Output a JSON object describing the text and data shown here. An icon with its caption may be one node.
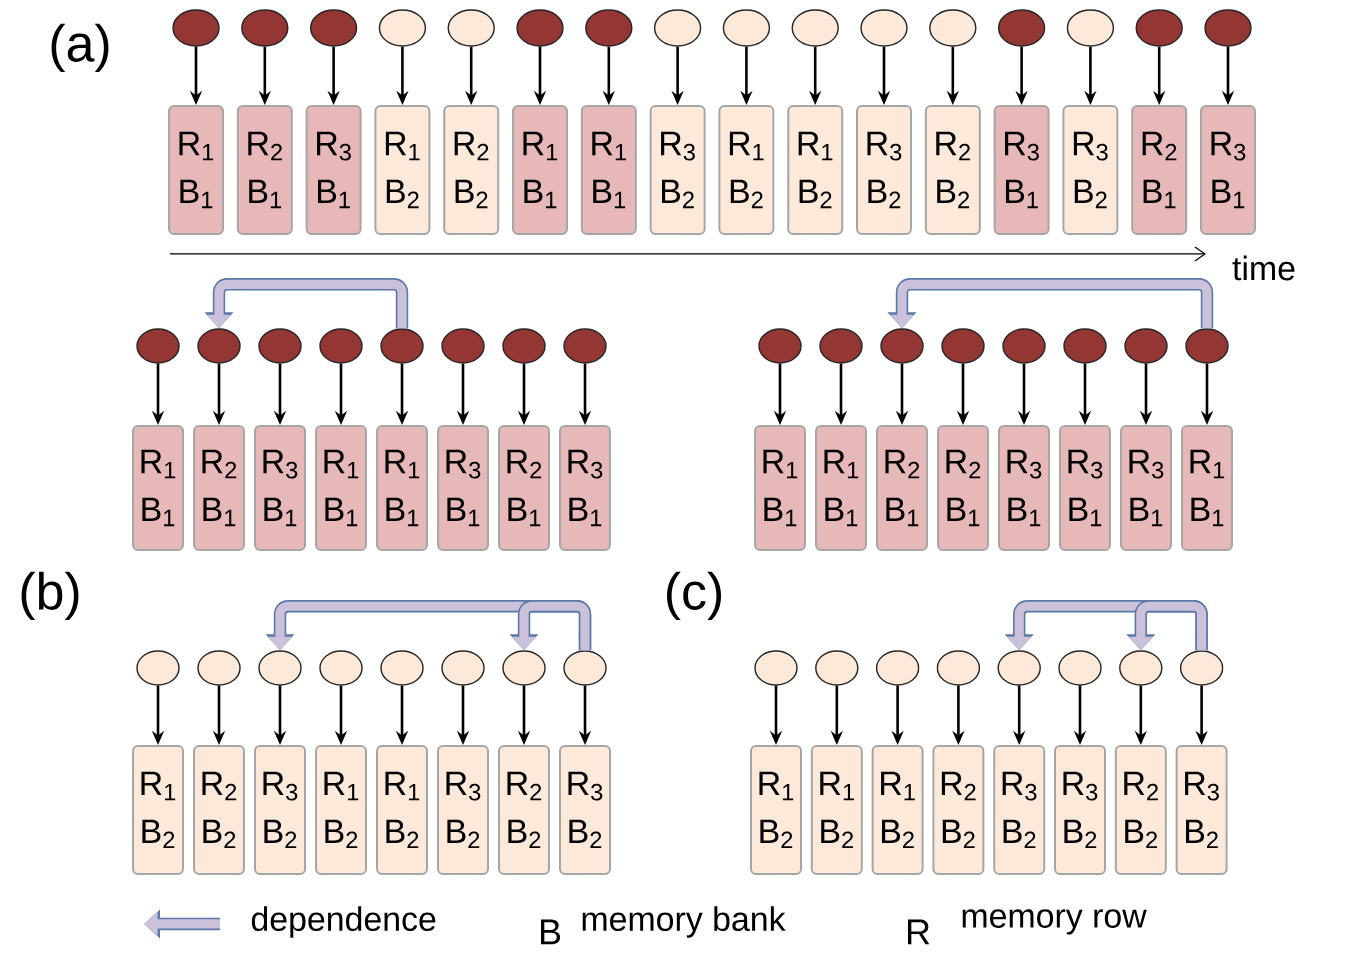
{
  "diagram": {
    "nodes": [
      {
        "text": [],
        "shape": "circle"
      },
      {
        "text": [
          "R$_{1}$",
          "B$_{1}$"
        ]
      },
      {
        "text": [],
        "shape": "circle"
      },
      {
        "text": [
          "R$_{2}$",
          "B$_{1}$"
        ]
      },
      {
        "text": [],
        "shape": "circle"
      },
      {
        "text": [
          "R$_{3}$",
          "B$_{1}$"
        ]
      },
      {
        "text": [],
        "shape": "circle"
      },
      {
        "text": [
          "R$_{1}$",
          "B$_{2}$"
        ]
      },
      {
        "text": [],
        "shape": "circle"
      },
      {
        "text": [
          "R$_{2}$",
          "B$_{2}$"
        ]
      },
      {
        "text": [],
        "shape": "circle"
      },
      {
        "text": [
          "R$_{1}$",
          "B$_{1}$"
        ]
      },
      {
        "text": [],
        "shape": "circle"
      },
      {
        "text": [
          "R$_{1}$",
          "B$_{1}$"
        ]
      },
      {
        "text": [],
        "shape": "circle"
      },
      {
        "text": [
          "R$_{3}$",
          "B$_{2}$"
        ]
      },
      {
        "text": [],
        "shape": "circle"
      },
      {
        "text": [
          "R$_{1}$",
          "B$_{2}$"
        ]
      },
      {
        "text": [],
        "shape": "circle"
      },
      {
        "text": [
          "R$_{1}$",
          "B$_{2}$"
        ]
      },
      {
        "text": [],
        "shape": "circle"
      },
      {
        "text": [
          "R$_{3}$",
          "B$_{2}$"
        ]
      },
      {
        "text": [],
        "shape": "circle"
      },
      {
        "text": [
          "R$_{2}$",
          "B$_{2}$"
        ]
      },
      {
        "text": [],
        "shape": "circle"
      },
      {
        "text": [
          "R$_{3}$",
          "B$_{1}$"
        ]
      },
      {
        "text": [],
        "shape": "circle"
      },
      {
        "text": [
          "R$_{3}$",
          "B$_{2}$"
        ]
      },
      {
        "text": [],
        "shape": "circle"
      },
      {
        "text": [
          "R$_{2}$",
          "B$_{1}$"
        ]
      },
      {
        "text": [],
        "shape": "circle"
      },
      {
        "text": [
          "R$_{3}$",
          "B$_{1}$"
        ]
      },
      {
        "text": [],
        "shape": "circle"
      },
      {
        "text": [
          "R$_{1}$",
          "B$_{1}$"
        ]
      },
      {
        "text": [],
        "shape": "circle"
      },
      {
        "text": [
          "R$_{2}$",
          "B$_{1}$"
        ]
      },
      {
        "text": [],
        "shape": "circle"
      },
      {
        "text": [
          "R$_{3}$",
          "B$_{1}$"
        ]
      },
      {
        "text": [],
        "shape": "circle"
      },
      {
        "text": [
          "R$_{1}$",
          "B$_{1}$"
        ]
      },
      {
        "text": [],
        "shape": "circle"
      },
      {
        "text": [
          "R$_{1}$",
          "B$_{1}$"
        ]
      },
      {
        "text": [],
        "shape": "circle"
      },
      {
        "text": [
          "R$_{3}$",
          "B$_{1}$"
        ]
      },
      {
        "text": [],
        "shape": "circle"
      },
      {
        "text": [
          "R$_{2}$",
          "B$_{1}$"
        ]
      },
      {
        "text": [],
        "shape": "circle"
      },
      {
        "text": [
          "R$_{3}$",
          "B$_{1}$"
        ]
      },
      {
        "text": [],
        "shape": "circle"
      },
      {
        "text": [
          "R$_{1}$",
          "B$_{1}$"
        ]
      },
      {
        "text": [],
        "shape": "circle"
      },
      {
        "text": [
          "R$_{1}$",
          "B$_{1}$"
        ]
      },
      {
        "text": [],
        "shape": "circle"
      },
      {
        "text": [
          "R$_{2}$",
          "B$_{1}$"
        ]
      },
      {
        "text": [],
        "shape": "circle"
      },
      {
        "text": [
          "R$_{2}$",
          "B$_{1}$"
        ]
      },
      {
        "text": [],
        "shape": "circle"
      },
      {
        "text": [
          "R$_{3}$",
          "B$_{1}$"
        ]
      },
      {
        "text": [],
        "shape": "circle"
      },
      {
        "text": [
          "R$_{3}$",
          "B$_{1}$"
        ]
      },
      {
        "text": [],
        "shape": "circle"
      },
      {
        "text": [
          "R$_{3}$",
          "B$_{1}$"
        ]
      },
      {
        "text": [],
        "shape": "circle"
      },
      {
        "text": [
          "R$_{1}$",
          "B$_{1}$"
        ]
      },
      {
        "text": [],
        "shape": "circle"
      },
      {
        "text": [
          "R$_{1}$",
          "B$_{2}$"
        ]
      },
      {
        "text": [],
        "shape": "circle"
      },
      {
        "text": [
          "R$_{2}$",
          "B$_{2}$"
        ]
      },
      {
        "text": [],
        "shape": "circle"
      },
      {
        "text": [
          "R$_{3}$",
          "B$_{2}$"
        ]
      },
      {
        "text": [],
        "shape": "circle"
      },
      {
        "text": [
          "R$_{1}$",
          "B$_{2}$"
        ]
      },
      {
        "text": [],
        "shape": "circle"
      },
      {
        "text": [
          "R$_{1}$",
          "B$_{2}$"
        ]
      },
      {
        "text": [],
        "shape": "circle"
      },
      {
        "text": [
          "R$_{3}$",
          "B$_{2}$"
        ]
      },
      {
        "text": [],
        "shape": "circle"
      },
      {
        "text": [
          "R$_{2}$",
          "B$_{2}$"
        ]
      },
      {
        "text": [],
        "shape": "circle"
      },
      {
        "text": [
          "R$_{3}$",
          "B$_{2}$"
        ]
      },
      {
        "text": [],
        "shape": "circle"
      },
      {
        "text": [
          "R$_{1}$",
          "B$_{2}$"
        ]
      },
      {
        "text": [],
        "shape": "circle"
      },
      {
        "text": [
          "R$_{1}$",
          "B$_{2}$"
        ]
      },
      {
        "text": [],
        "shape": "circle"
      },
      {
        "text": [
          "R$_{1}$",
          "B$_{2}$"
        ]
      },
      {
        "text": [],
        "shape": "circle"
      },
      {
        "text": [
          "R$_{2}$",
          "B$_{2}$"
        ]
      },
      {
        "text": [],
        "shape": "circle"
      },
      {
        "text": [
          "R$_{3}$",
          "B$_{2}$"
        ]
      },
      {
        "text": [],
        "shape": "circle"
      },
      {
        "text": [
          "R$_{3}$",
          "B$_{2}$"
        ]
      },
      {
        "text": [],
        "shape": "circle"
      },
      {
        "text": [
          "R$_{2}$",
          "B$_{2}$"
        ]
      },
      {
        "text": [],
        "shape": "circle"
      },
      {
        "text": [
          "R$_{3}$",
          "B$_{2}$"
        ]
      }
    ],
    "edges": [
      {
        "from": 0,
        "to": 1,
        "arrow": "to"
      },
      {
        "from": 2,
        "to": 3,
        "arrow": "to"
      },
      {
        "from": 4,
        "to": 5,
        "arrow": "to"
      },
      {
        "from": 6,
        "to": 7,
        "arrow": "to"
      },
      {
        "from": 8,
        "to": 9,
        "arrow": "to"
      },
      {
        "from": 10,
        "to": 11,
        "arrow": "to"
      },
      {
        "from": 12,
        "to": 13,
        "arrow": "to"
      },
      {
        "from": 14,
        "to": 15,
        "arrow": "to"
      },
      {
        "from": 16,
        "to": 17,
        "arrow": "to"
      },
      {
        "from": 18,
        "to": 19,
        "arrow": "to"
      },
      {
        "from": 20,
        "to": 21,
        "arrow": "to"
      },
      {
        "from": 22,
        "to": 23,
        "arrow": "to"
      },
      {
        "from": 24,
        "to": 25,
        "arrow": "to"
      },
      {
        "from": 26,
        "to": 27,
        "arrow": "to"
      },
      {
        "from": 28,
        "to": 29,
        "arrow": "to"
      },
      {
        "from": 30,
        "to": 31,
        "arrow": "to"
      },
      {
        "from": 32,
        "to": 33,
        "arrow": "to"
      },
      {
        "from": 34,
        "to": 35,
        "arrow": "to"
      },
      {
        "from": 36,
        "to": 37,
        "arrow": "to"
      },
      {
        "from": 38,
        "to": 39,
        "arrow": "to"
      },
      {
        "from": 40,
        "to": 41,
        "arrow": "to"
      },
      {
        "from": 42,
        "to": 43,
        "arrow": "to"
      },
      {
        "from": 44,
        "to": 45,
        "arrow": "to"
      },
      {
        "from": 46,
        "to": 47,
        "arrow": "to"
      },
      {
        "from": 48,
        "to": 49,
        "arrow": "to"
      },
      {
        "from": 50,
        "to": 51,
        "arrow": "to"
      },
      {
        "from": 52,
        "to": 53,
        "arrow": "to"
      },
      {
        "from": 54,
        "to": 55,
        "arrow": "to"
      },
      {
        "from": 56,
        "to": 57,
        "arrow": "to"
      },
      {
        "from": 58,
        "to": 59,
        "arrow": "to"
      },
      {
        "from": 60,
        "to": 61,
        "arrow": "to"
      },
      {
        "from": 62,
        "to": 63,
        "arrow": "to"
      },
      {
        "from": 64,
        "to": 65,
        "arrow": "to"
      },
      {
        "from": 66,
        "to": 67,
        "arrow": "to"
      },
      {
        "from": 68,
        "to": 69,
        "arrow": "to"
      },
      {
        "from": 70,
        "to": 71,
        "arrow": "to"
      },
      {
        "from": 72,
        "to": 73,
        "arrow": "to"
      },
      {
        "from": 74,
        "to": 75,
        "arrow": "to"
      },
      {
        "from": 76,
        "to": 77,
        "arrow": "to"
      },
      {
        "from": 78,
        "to": 79,
        "arrow": "to"
      },
      {
        "from": 80,
        "to": 81,
        "arrow": "to"
      },
      {
        "from": 82,
        "to": 83,
        "arrow": "to"
      },
      {
        "from": 84,
        "to": 85,
        "arrow": "to"
      },
      {
        "from": 86,
        "to": 87,
        "arrow": "to"
      },
      {
        "from": 88,
        "to": 89,
        "arrow": "to"
      },
      {
        "from": 90,
        "to": 91,
        "arrow": "to"
      },
      {
        "from": 92,
        "to": 93,
        "arrow": "to"
      },
      {
        "from": 94,
        "to": 95,
        "arrow": "to"
      },
      {
        "from": 40,
        "to": 34,
        "arrow": "to",
        "style": "thick",
        "color": "#ccc1da"
      },
      {
        "from": 62,
        "to": 52,
        "arrow": "to",
        "style": "thick",
        "color": "#ccc1da"
      },
      {
        "from": 78,
        "to": 68,
        "arrow": "to",
        "style": "thick",
        "color": "#ccc1da"
      },
      {
        "from": 78,
        "to": 76,
        "arrow": "to",
        "style": "thick",
        "color": "#ccc1da"
      },
      {
        "from": 94,
        "to": 88,
        "arrow": "to",
        "style": "thick",
        "color": "#ccc1da"
      },
      {
        "from": 94,
        "to": 92,
        "arrow": "to",
        "style": "thick",
        "color": "#ccc1da"
      }
    ],
    "labels": [
      "(a)",
      "time",
      "(b)",
      "(c)",
      "B",
      "R"
    ],
    "legend": [
      {
        "text": "dependence"
      },
      {
        "text": "memory bank"
      },
      {
        "text": "memory row"
      }
    ]
  }
}
